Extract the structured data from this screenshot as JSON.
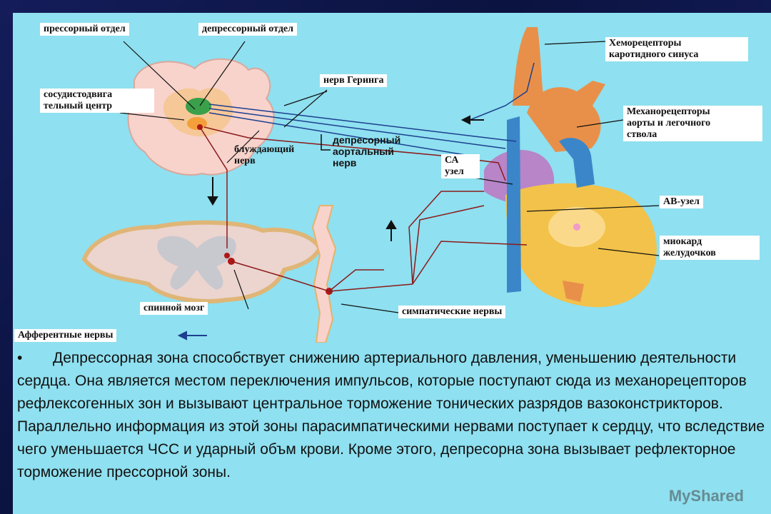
{
  "labels": {
    "pressor": "прессорный отдел",
    "depressor": "депрессорный  отдел",
    "vasomotor_line1": "сосудистодвига",
    "vasomotor_line2": "тельный центр",
    "hering": "нерв Геринга",
    "vagus_line1": "блуждающий",
    "vagus_line2": "нерв",
    "aortic_line1": "депресорный",
    "aortic_line2": "аортальный",
    "aortic_line3": "нерв",
    "chemo_line1": "Хеморецепторы",
    "chemo_line2": "каротидного синуса",
    "mechano_line1": "Механорецепторы",
    "mechano_line2": "аорты и легочного",
    "mechano_line3": "ствола",
    "sa_line1": "СА",
    "sa_line2": "узел",
    "av": "АВ-узел",
    "myocard_line1": "миокард",
    "myocard_line2": "желудочков",
    "spinal": "спинной мозг",
    "sympathetic": "симпатические нервы",
    "afferent": "Афферентные нервы"
  },
  "body_text": {
    "bullet": "•",
    "paragraph": "Депрессорная зона способствует снижению артериального давления, уменьшению деятельности сердца. Она является местом переключения импульсов, которые поступают сюда из механорецепторов рефлексогенных зон и вызывают центральное торможение тонических разрядов вазоконстрикторов. Параллельно информация из этой зоны парасимпатическими нервами поступает к сердцу, что вследствие чего уменьшается ЧСС и ударный объм крови. Кроме этого, депресорна зона вызывает рефлекторное торможение прессорной зоны."
  },
  "watermark": "MyShared",
  "colors": {
    "slide_bg": "#8fe0f0",
    "outer_bg": "#0b1340",
    "nerve": "#8b1a1a",
    "afferent_nerve": "#1c3f8f",
    "aorta": "#e8904a",
    "vein": "#3a86c8",
    "atrium": "#b785c8",
    "ventricle": "#f2c24a"
  }
}
